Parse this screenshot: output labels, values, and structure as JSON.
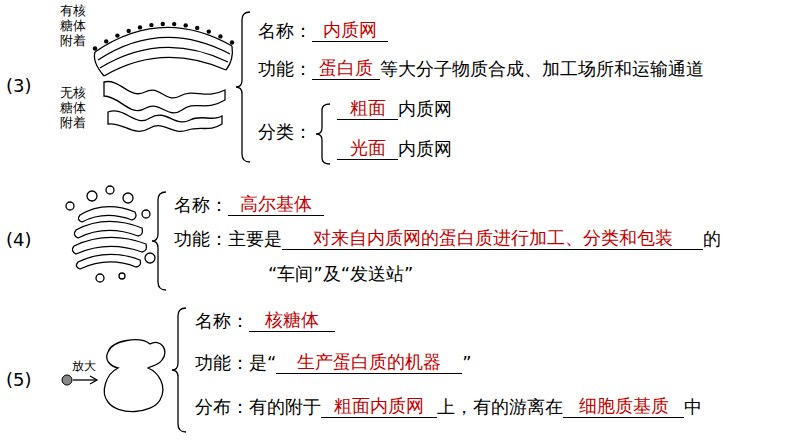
{
  "diagram": {
    "labels": [
      "有核糖体附着",
      "(3)",
      "无核糖体附着",
      "名称：",
      "内质网",
      "功能：",
      "蛋白质",
      "等大分子物质合成、加工场所和运输通道",
      "分类：",
      "粗面",
      "内质网",
      "光面",
      "内质网",
      "(4)",
      "名称：",
      "高尔基体",
      "功能：主要是",
      "对来自内质网的蛋白质进行加工、分类和包装",
      "的",
      "“车间”及“发送站”",
      "(5)",
      "放大",
      "名称：",
      "核糖体",
      "功能：是“",
      "生产蛋白质的机器",
      "”",
      "分布：有的附于",
      "粗面内质网",
      "上，有的游离在",
      "细胞质基质",
      "中"
    ]
  }
}
